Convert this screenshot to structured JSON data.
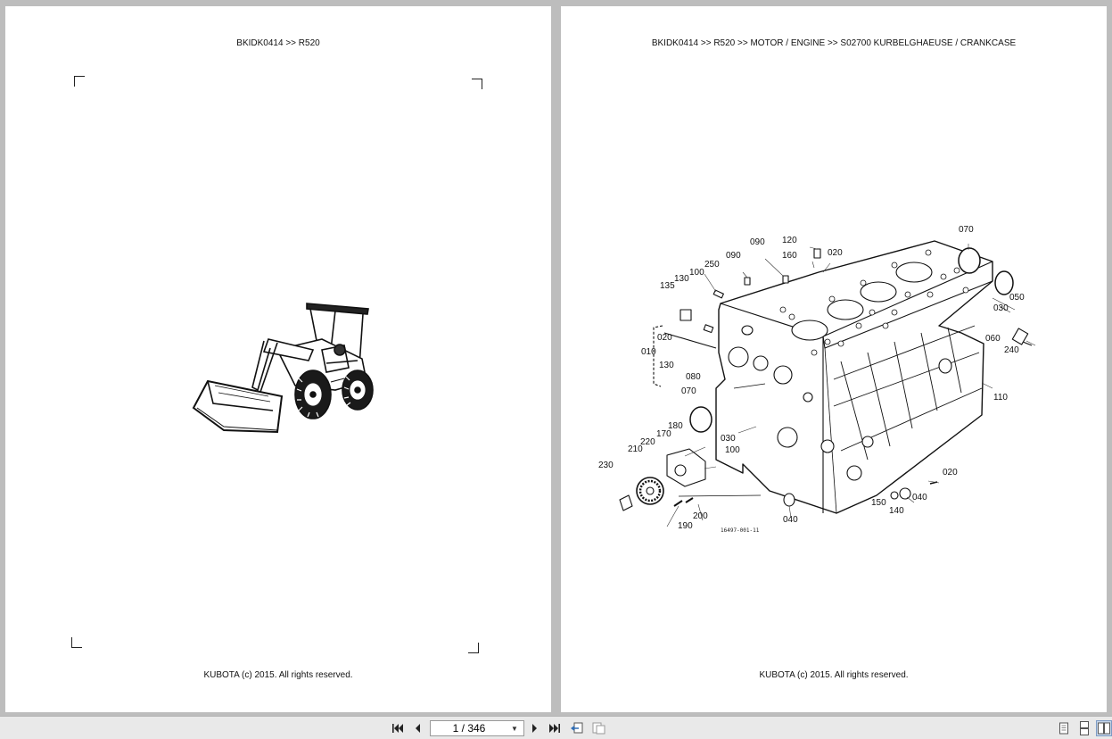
{
  "left_page": {
    "header": "BKIDK0414 >> R520",
    "footer": "KUBOTA (c) 2015. All rights reserved.",
    "illustration": "wheel-loader"
  },
  "right_page": {
    "header": "BKIDK0414 >> R520 >> MOTOR / ENGINE >> S02700   KURBELGHAEUSE / CRANKCASE",
    "footer": "KUBOTA (c) 2015. All rights reserved.",
    "illustration": "crankcase-exploded-view",
    "drawing_number": "16497-001-11",
    "callouts": [
      {
        "id": "c070a",
        "text": "070"
      },
      {
        "id": "c120",
        "text": "120"
      },
      {
        "id": "c090a",
        "text": "090"
      },
      {
        "id": "c160",
        "text": "160"
      },
      {
        "id": "c020a",
        "text": "020"
      },
      {
        "id": "c090b",
        "text": "090"
      },
      {
        "id": "c250",
        "text": "250"
      },
      {
        "id": "c100a",
        "text": "100"
      },
      {
        "id": "c130a",
        "text": "130"
      },
      {
        "id": "c135",
        "text": "135"
      },
      {
        "id": "c050",
        "text": "050"
      },
      {
        "id": "c030a",
        "text": "030"
      },
      {
        "id": "c060",
        "text": "060"
      },
      {
        "id": "c240",
        "text": "240"
      },
      {
        "id": "c020b",
        "text": "020"
      },
      {
        "id": "c010",
        "text": "010"
      },
      {
        "id": "c130b",
        "text": "130"
      },
      {
        "id": "c080",
        "text": "080"
      },
      {
        "id": "c070b",
        "text": "070"
      },
      {
        "id": "c110",
        "text": "110"
      },
      {
        "id": "c180",
        "text": "180"
      },
      {
        "id": "c170",
        "text": "170"
      },
      {
        "id": "c030b",
        "text": "030"
      },
      {
        "id": "c220",
        "text": "220"
      },
      {
        "id": "c100b",
        "text": "100"
      },
      {
        "id": "c210",
        "text": "210"
      },
      {
        "id": "c230",
        "text": "230"
      },
      {
        "id": "c020c",
        "text": "020"
      },
      {
        "id": "c040a",
        "text": "040"
      },
      {
        "id": "c150",
        "text": "150"
      },
      {
        "id": "c140",
        "text": "140"
      },
      {
        "id": "c200",
        "text": "200"
      },
      {
        "id": "c190",
        "text": "190"
      },
      {
        "id": "c040b",
        "text": "040"
      }
    ]
  },
  "toolbar": {
    "first_icon": "first-page-icon",
    "prev_icon": "previous-page-icon",
    "page_value": "1 / 346",
    "next_icon": "next-page-icon",
    "last_icon": "last-page-icon",
    "back_icon": "previous-view-icon",
    "forward_icon": "next-view-icon",
    "single_page_icon": "single-page-view-icon",
    "continuous_icon": "continuous-view-icon",
    "facing_icon": "facing-pages-view-icon"
  }
}
